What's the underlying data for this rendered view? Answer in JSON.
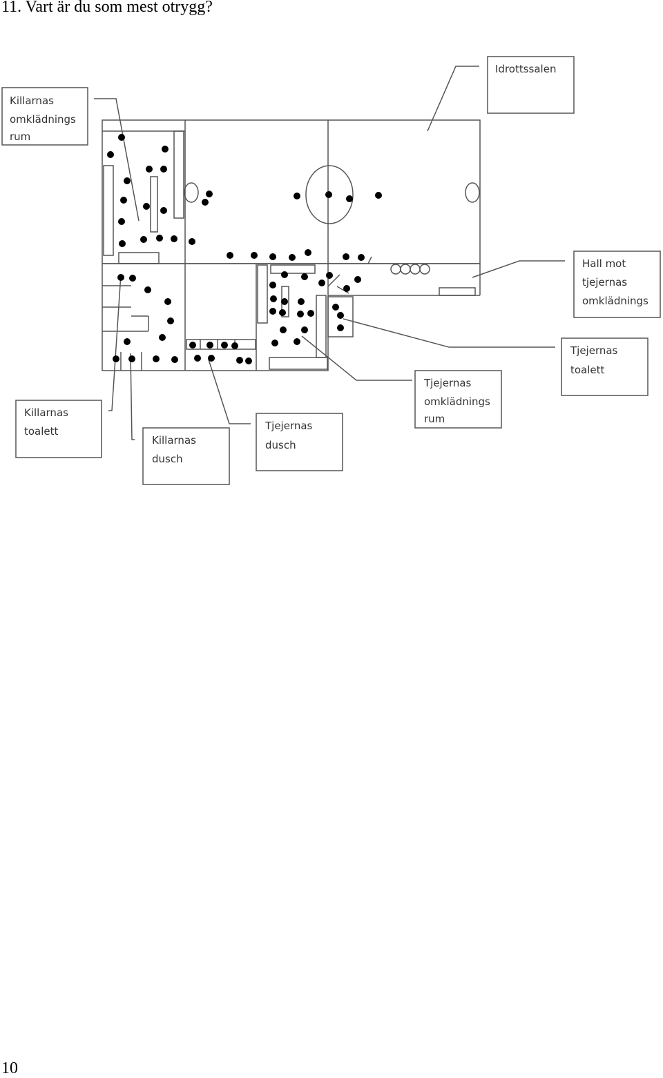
{
  "question": "11. Vart är du som mest otrygg?",
  "page_number": "10",
  "labels": {
    "idrottssalen": [
      "Idrottssalen"
    ],
    "killarnas_omkladningsrum": [
      "Killarnas",
      "omklädnings",
      "rum"
    ],
    "hall_mot": [
      "Hall mot",
      "tjejernas",
      "omklädnings"
    ],
    "tjejernas_toalett": [
      "Tjejernas",
      "toalett"
    ],
    "tjejernas_omkladningsrum": [
      "Tjejernas",
      "omklädnings",
      "rum"
    ],
    "killarnas_toalett": [
      "Killarnas",
      "toalett"
    ],
    "killarnas_dusch": [
      "Killarnas",
      "dusch"
    ],
    "tjejernas_dusch": [
      "Tjejernas",
      "dusch"
    ]
  },
  "dot_color": "#000000",
  "line_color": "#555555"
}
